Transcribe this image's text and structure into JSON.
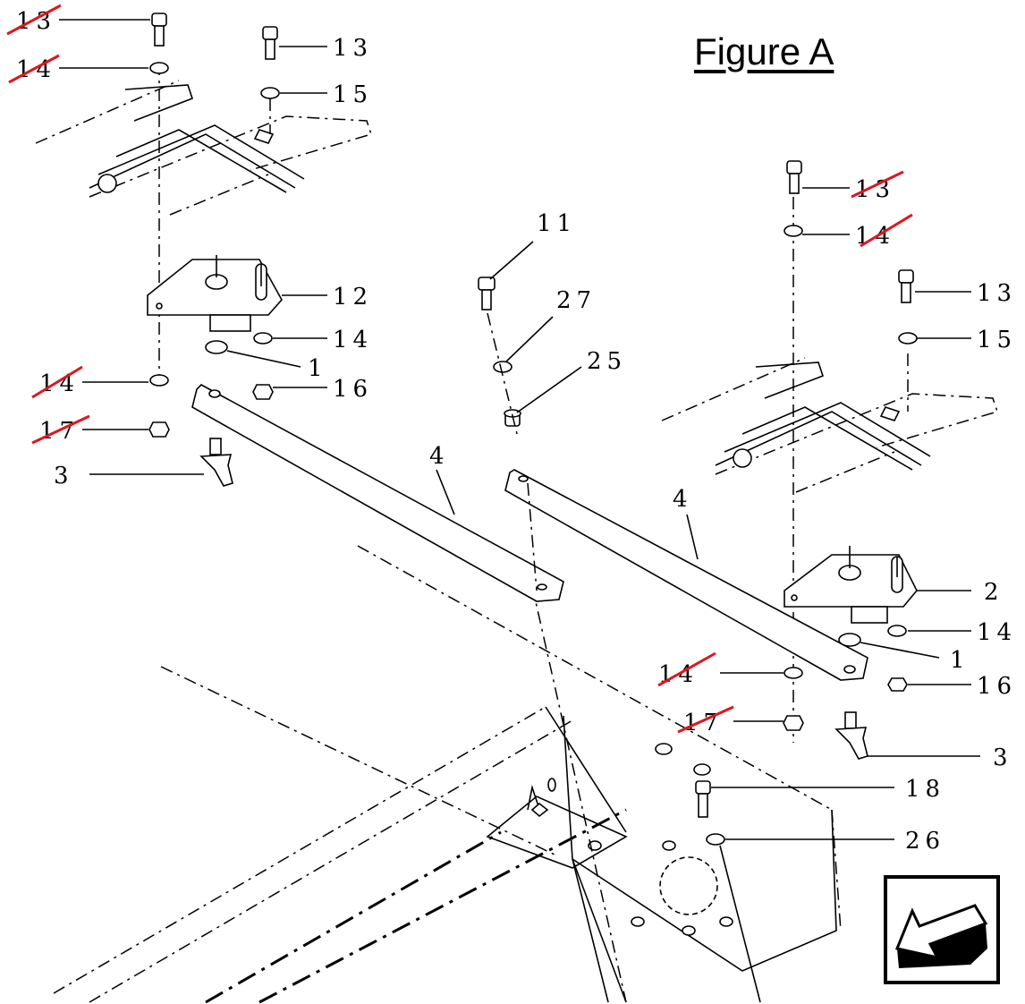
{
  "figure_title": "Figure A",
  "callouts": {
    "c13_tl": "13",
    "c14_tl": "14",
    "c13_top": "13",
    "c15_top": "15",
    "c12": "12",
    "c14_mid": "14",
    "c1_left": "1",
    "c16_left": "16",
    "c14_low_left": "14",
    "c17_left": "17",
    "c3_left": "3",
    "c4_left": "4",
    "c11": "11",
    "c27": "27",
    "c25": "25",
    "c4_right": "4",
    "c13_right_struck": "13",
    "c14_right_struck": "14",
    "c13_right": "13",
    "c15_right": "15",
    "c2": "2",
    "c14_right": "14",
    "c1_right": "1",
    "c16_right": "16",
    "c14_right_low": "14",
    "c17_right": "17",
    "c3_right": "3",
    "c18": "18",
    "c26": "26"
  },
  "colors": {
    "strike": "#e0161f",
    "line": "#000000"
  },
  "icons": {
    "direction_arrow": "direction-arrow-icon"
  }
}
